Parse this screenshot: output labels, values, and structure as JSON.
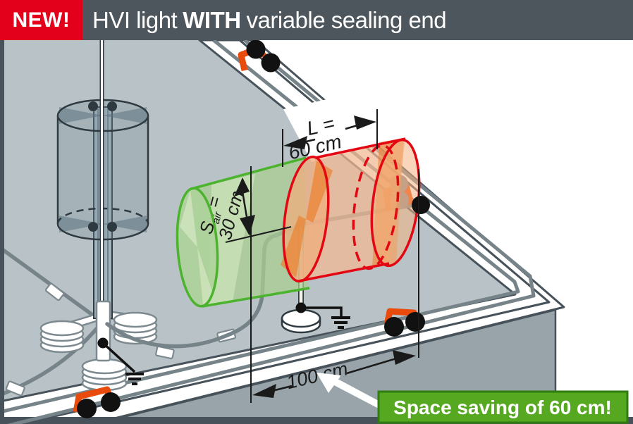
{
  "banner": {
    "badge": "NEW!",
    "title_regular_1": "HVI light",
    "title_bold": "WITH",
    "title_regular_2": "variable sealing end"
  },
  "dimensions": {
    "length": {
      "line1": "L =",
      "line2": "60 cm"
    },
    "separation": {
      "symbol": "S",
      "subscript": "air",
      "equals": "=",
      "value": "30 cm"
    },
    "total": {
      "value": "100 cm"
    }
  },
  "callout": {
    "text": "Space saving of 60 cm!"
  },
  "icons": {
    "ground_symbol": "earth-ground-icon",
    "conductor_holder": "conductor-holder-icon",
    "dimension_arrow": "dimension-arrow-icon"
  },
  "colors": {
    "accent_red": "#e2001a",
    "banner_gray": "#4d565c",
    "roof_gray": "#b9c3c7",
    "outline_dark": "#47525a",
    "conductor_gray": "#76848a",
    "holder_orange": "#e84b0c",
    "cylinder_green_outline": "#4cb32e",
    "cylinder_red_outline": "#e30613",
    "callout_green": "#55a820"
  }
}
